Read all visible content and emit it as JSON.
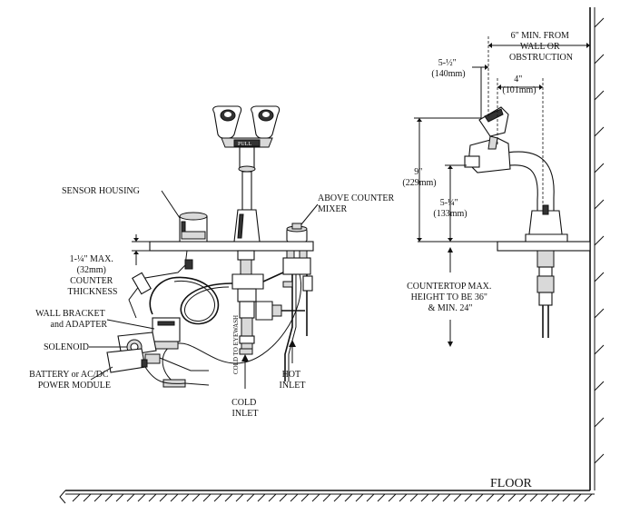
{
  "labels": {
    "sensor_housing": "SENSOR HOUSING",
    "above_counter_mixer": [
      "ABOVE COUNTER",
      "MIXER"
    ],
    "counter_thickness": [
      "1-¼\" MAX.",
      "(32mm)",
      "COUNTER",
      "THICKNESS"
    ],
    "wall_bracket": [
      "WALL BRACKET",
      "and ADAPTER"
    ],
    "solenoid": "SOLENOID",
    "battery": [
      "BATTERY or AC/DC",
      "POWER MODULE"
    ],
    "cold_to_eyewash": "COLD TO EYEWASH",
    "cold_inlet": [
      "COLD",
      "INLET"
    ],
    "hot_inlet": [
      "HOT",
      "INLET"
    ],
    "pull": "PULL",
    "min_from_wall": [
      "6\" MIN. FROM",
      "WALL OR",
      "OBSTRUCTION"
    ],
    "dim_5_half": [
      "5-½\"",
      "(140mm)"
    ],
    "dim_4": [
      "4\"",
      "(101mm)"
    ],
    "dim_9": [
      "9\"",
      "(229mm)"
    ],
    "dim_5_quarter": [
      "5-¼\"",
      "(133mm)"
    ],
    "countertop_max": [
      "COUNTERTOP MAX.",
      "HEIGHT TO BE 36\"",
      "& MIN. 24\""
    ],
    "floor": "FLOOR"
  }
}
